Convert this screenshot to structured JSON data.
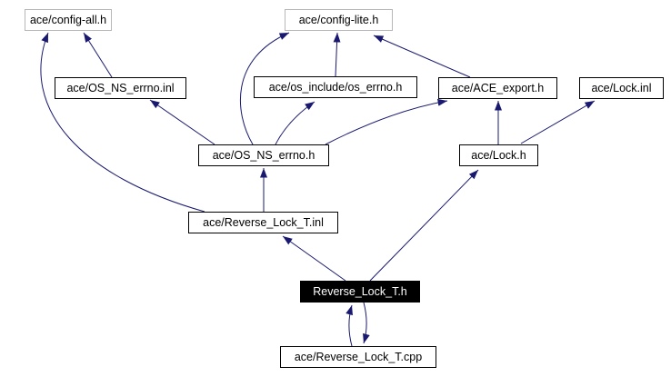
{
  "page": {
    "background_color": "#ffffff"
  },
  "graph": {
    "type": "include-dependency-graph",
    "edge_color": "#191970",
    "node_border_color": "#000000",
    "external_node_border_color": "#b7b7b7",
    "current_node_label": "Reverse_Lock_T.h",
    "nodes": [
      {
        "id": "config_all",
        "label": "ace/config-all.h",
        "style": "gray-border"
      },
      {
        "id": "config_lite",
        "label": "ace/config-lite.h",
        "style": "gray-border"
      },
      {
        "id": "os_ns_errno_inl",
        "label": "ace/OS_NS_errno.inl",
        "style": "normal"
      },
      {
        "id": "os_include_os_errno",
        "label": "ace/os_include/os_errno.h",
        "style": "normal"
      },
      {
        "id": "ace_export",
        "label": "ace/ACE_export.h",
        "style": "normal"
      },
      {
        "id": "lock_inl",
        "label": "ace/Lock.inl",
        "style": "normal"
      },
      {
        "id": "os_ns_errno_h",
        "label": "ace/OS_NS_errno.h",
        "style": "normal"
      },
      {
        "id": "lock_h",
        "label": "ace/Lock.h",
        "style": "normal"
      },
      {
        "id": "reverse_lock_t_inl",
        "label": "ace/Reverse_Lock_T.inl",
        "style": "normal"
      },
      {
        "id": "reverse_lock_t_h",
        "label": "Reverse_Lock_T.h",
        "style": "current"
      },
      {
        "id": "reverse_lock_t_cpp",
        "label": "ace/Reverse_Lock_T.cpp",
        "style": "normal"
      }
    ],
    "edges": [
      {
        "from": "ace/OS_NS_errno.inl",
        "to": "ace/config-all.h"
      },
      {
        "from": "ace/Reverse_Lock_T.inl",
        "to": "ace/config-all.h"
      },
      {
        "from": "ace/OS_NS_errno.h",
        "to": "ace/OS_NS_errno.inl"
      },
      {
        "from": "ace/OS_NS_errno.h",
        "to": "ace/config-lite.h"
      },
      {
        "from": "ace/os_include/os_errno.h",
        "to": "ace/config-lite.h"
      },
      {
        "from": "ace/ACE_export.h",
        "to": "ace/config-lite.h"
      },
      {
        "from": "ace/OS_NS_errno.h",
        "to": "ace/os_include/os_errno.h"
      },
      {
        "from": "ace/OS_NS_errno.h",
        "to": "ace/ACE_export.h"
      },
      {
        "from": "ace/Lock.h",
        "to": "ace/ACE_export.h"
      },
      {
        "from": "ace/Lock.h",
        "to": "ace/Lock.inl"
      },
      {
        "from": "ace/Reverse_Lock_T.inl",
        "to": "ace/OS_NS_errno.h"
      },
      {
        "from": "Reverse_Lock_T.h",
        "to": "ace/Reverse_Lock_T.inl"
      },
      {
        "from": "Reverse_Lock_T.h",
        "to": "ace/Lock.h"
      },
      {
        "from": "ace/Reverse_Lock_T.cpp",
        "to": "Reverse_Lock_T.h"
      },
      {
        "from": "Reverse_Lock_T.h",
        "to": "ace/Reverse_Lock_T.cpp"
      }
    ]
  }
}
